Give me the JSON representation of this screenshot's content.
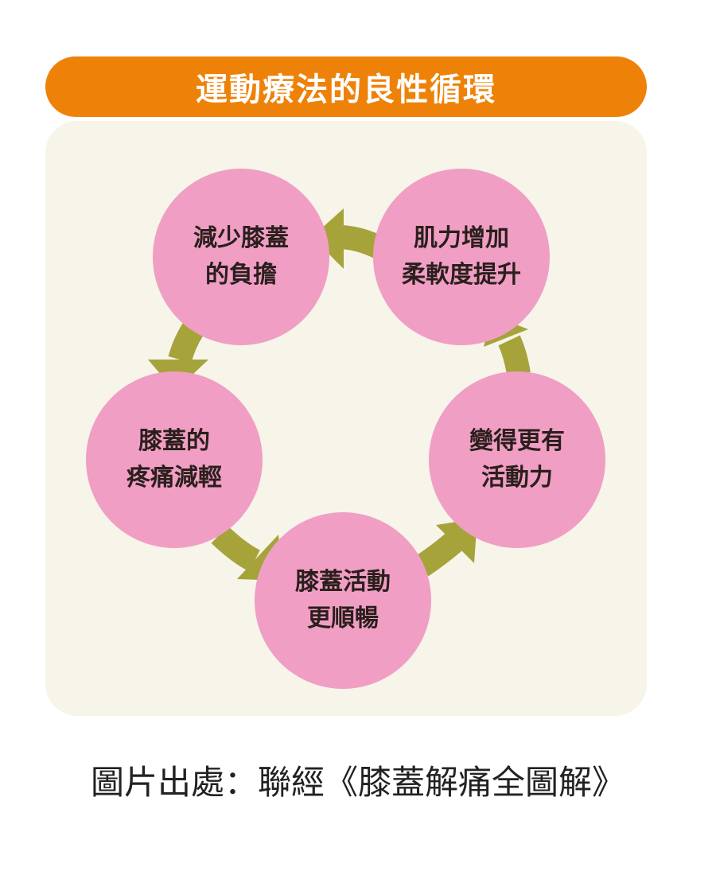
{
  "title": "運動療法的良性循環",
  "nodes": [
    {
      "line1": "減少膝蓋",
      "line2": "的負擔"
    },
    {
      "line1": "膝蓋的",
      "line2": "疼痛減輕"
    },
    {
      "line1": "膝蓋活動",
      "line2": "更順暢"
    },
    {
      "line1": "變得更有",
      "line2": "活動力"
    },
    {
      "line1": "肌力增加",
      "line2": "柔軟度提升"
    }
  ],
  "caption": "圖片出處：聯經《膝蓋解痛全圖解》",
  "colors": {
    "title_bg": "#ee8209",
    "panel_bg": "#f7f4ea",
    "node": "#f09ec4",
    "arrow": "#a6a33a"
  }
}
